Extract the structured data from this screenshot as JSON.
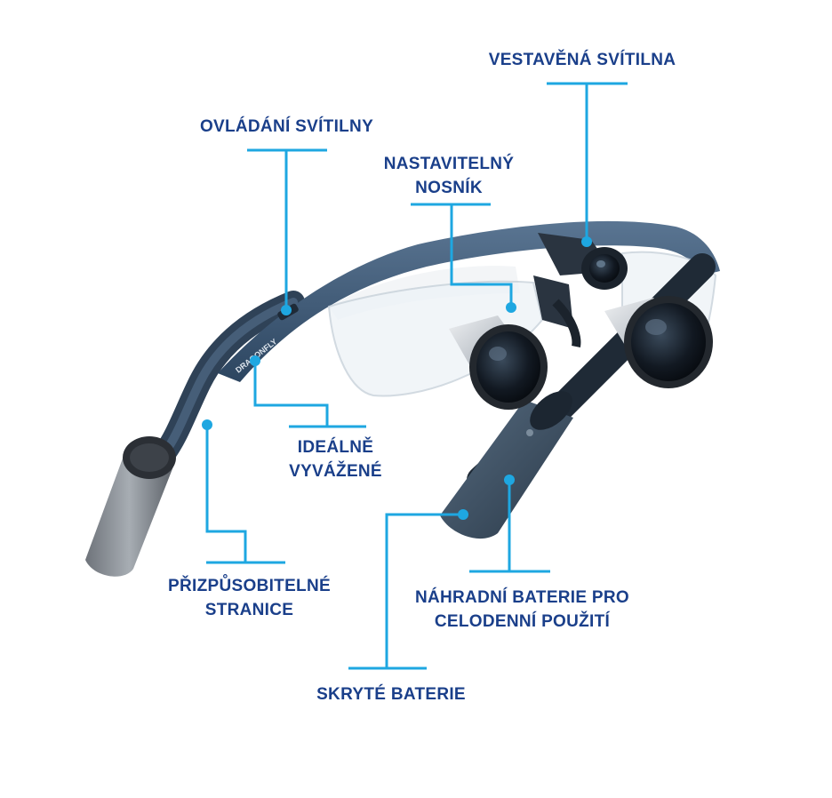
{
  "colors": {
    "label_text": "#1a3f8a",
    "leader_line": "#1ea7e1",
    "frame": "#3d5a78",
    "lens_dark": "#141c26",
    "metal": "#c9ced4"
  },
  "device": {
    "brand_mark": "DRAGONFLY"
  },
  "callouts": [
    {
      "id": "vestavena-svitilna",
      "lines": [
        "VESTAVĚNÁ SVÍTILNA"
      ]
    },
    {
      "id": "ovladani-svitilny",
      "lines": [
        "OVLÁDÁNÍ SVÍTILNY"
      ]
    },
    {
      "id": "nastavitelny-nosnik",
      "lines": [
        "NASTAVITELNÝ",
        "NOSNÍK"
      ]
    },
    {
      "id": "idealne-vyvazene",
      "lines": [
        "IDEÁLNĚ",
        "VYVÁŽENÉ"
      ]
    },
    {
      "id": "prizpusobitelne-stranice",
      "lines": [
        "PŘIZPŮSOBITELNÉ",
        "STRANICE"
      ]
    },
    {
      "id": "nahradni-baterie",
      "lines": [
        "NÁHRADNÍ BATERIE PRO",
        "CELODENNÍ POUŽITÍ"
      ]
    },
    {
      "id": "skryte-baterie",
      "lines": [
        "SKRYTÉ BATERIE"
      ]
    }
  ]
}
